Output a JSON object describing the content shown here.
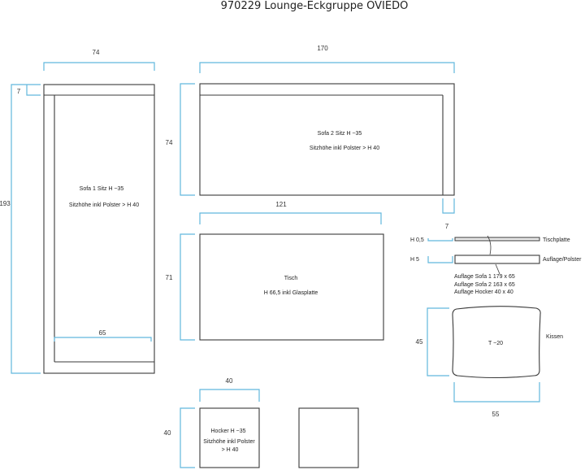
{
  "title": "970229 Lounge-Eckgruppe OVIEDO",
  "dims": {
    "sofa1_width": "74",
    "sofa1_arm": "7",
    "sofa1_length": "193",
    "sofa1_inner": "65",
    "sofa2_length": "170",
    "sofa2_depth": "74",
    "sofa2_arm": "7",
    "table_length": "121",
    "table_depth": "71",
    "stool_width": "40",
    "stool_depth": "40",
    "cushion_depth": "45",
    "cushion_width": "55",
    "glass_thickness": "H 0,5",
    "cushion_thickness": "H 5"
  },
  "labels": {
    "sofa1_line1": "Sofa 1 Sitz H ~35",
    "sofa1_line2": "Sitzhöhe inkl Polster > H 40",
    "sofa2_line1": "Sofa 2 Sitz H ~35",
    "sofa2_line2": "Sitzhöhe inkl Polster > H 40",
    "table_line1": "Tisch",
    "table_line2": "H 66,5 inkl Glasplatte",
    "stool_line1": "Hocker H ~35",
    "stool_line2": "Sitzhöhe inkl Polster",
    "stool_line3": "> H 40",
    "tischplatte": "Tischplatte",
    "auflage_polster": "Auflage/Polster",
    "auflage1": "Auflage Sofa  1 179 x 65",
    "auflage2": "Auflage Sofa 2 163 x 65",
    "auflage3": "Auflage Hocker 40 x 40",
    "kissen": "Kissen",
    "kissen_thickness": "T ~20"
  },
  "colors": {
    "dimension_lines": "#62b8dd",
    "outlines": "#3a3a3a"
  }
}
